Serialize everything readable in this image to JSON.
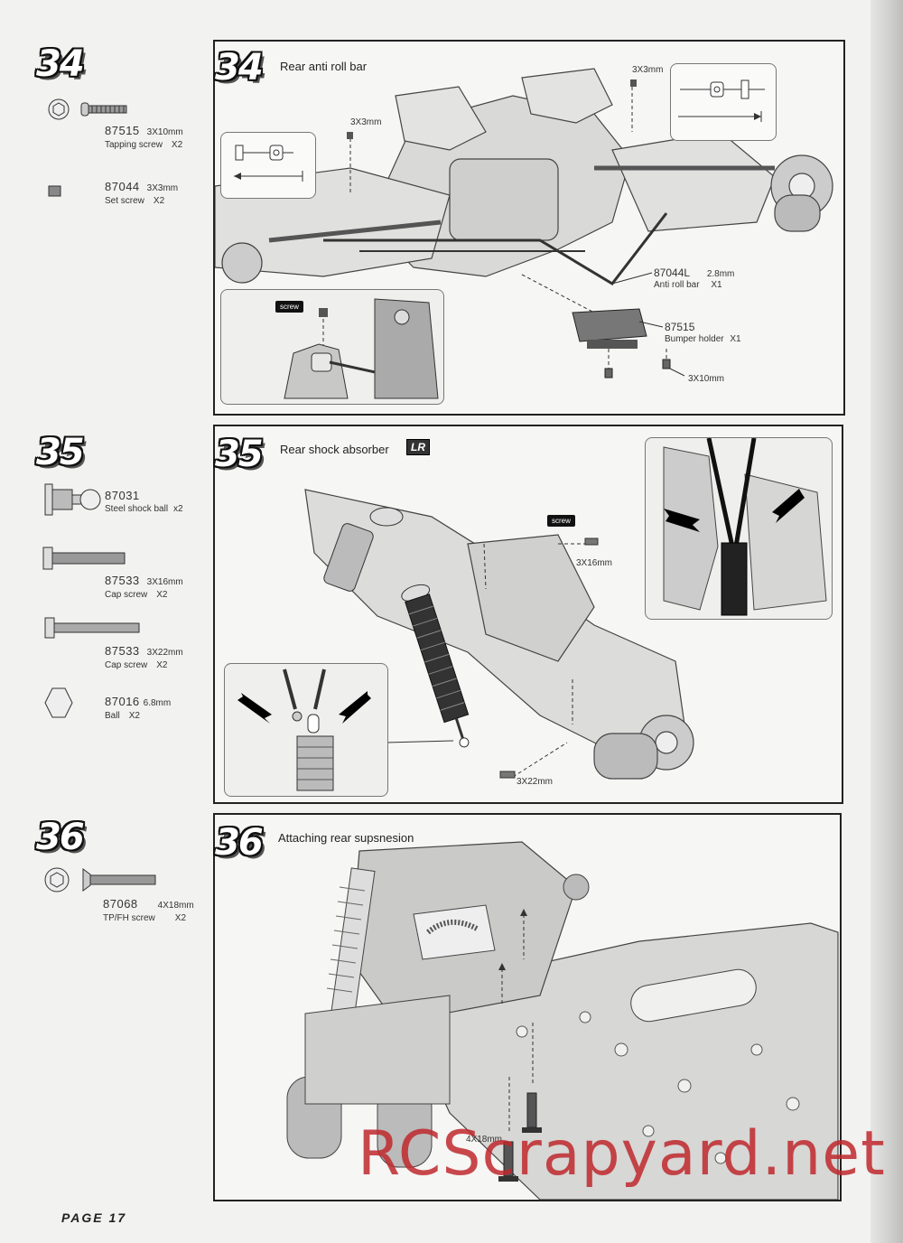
{
  "steps": [
    {
      "number": "34",
      "title": "Rear anti roll bar",
      "parts": [
        {
          "code": "87515",
          "size": "3X10mm",
          "desc": "Tapping screw",
          "qty": "X2"
        },
        {
          "code": "87044",
          "size": "3X3mm",
          "desc": "Set screw",
          "qty": "X2"
        }
      ],
      "callouts": {
        "setscrew_left": "3X3mm",
        "setscrew_right": "3X3mm",
        "antiroll_code": "87044L",
        "antiroll_size": "2.8mm",
        "antiroll_desc": "Anti roll bar",
        "antiroll_qty": "X1",
        "bumper_code": "87515",
        "bumper_desc": "Bumper holder",
        "bumper_qty": "X1",
        "bumper_screw": "3X10mm",
        "screw_tag": "screw"
      }
    },
    {
      "number": "35",
      "title": "Rear shock absorber",
      "badge": "LR",
      "parts": [
        {
          "code": "87031",
          "size": "",
          "desc": "Steel shock ball",
          "qty": "x2"
        },
        {
          "code": "87533",
          "size": "3X16mm",
          "desc": "Cap screw",
          "qty": "X2"
        },
        {
          "code": "87533",
          "size": "3X22mm",
          "desc": "Cap screw",
          "qty": "X2"
        },
        {
          "code": "87016",
          "size": "6.8mm",
          "desc": "Ball",
          "qty": "X2"
        }
      ],
      "callouts": {
        "screw_top": "3X16mm",
        "screw_bottom": "3X22mm",
        "screw_tag": "screw"
      }
    },
    {
      "number": "36",
      "title": "Attaching rear supsnesion",
      "parts": [
        {
          "code": "87068",
          "size": "4X18mm",
          "desc": "TP/FH screw",
          "qty": "X2"
        }
      ],
      "callouts": {
        "screw": "4X18mm"
      }
    }
  ],
  "watermark": "RCScrapyard.net",
  "footer": "PAGE 17"
}
